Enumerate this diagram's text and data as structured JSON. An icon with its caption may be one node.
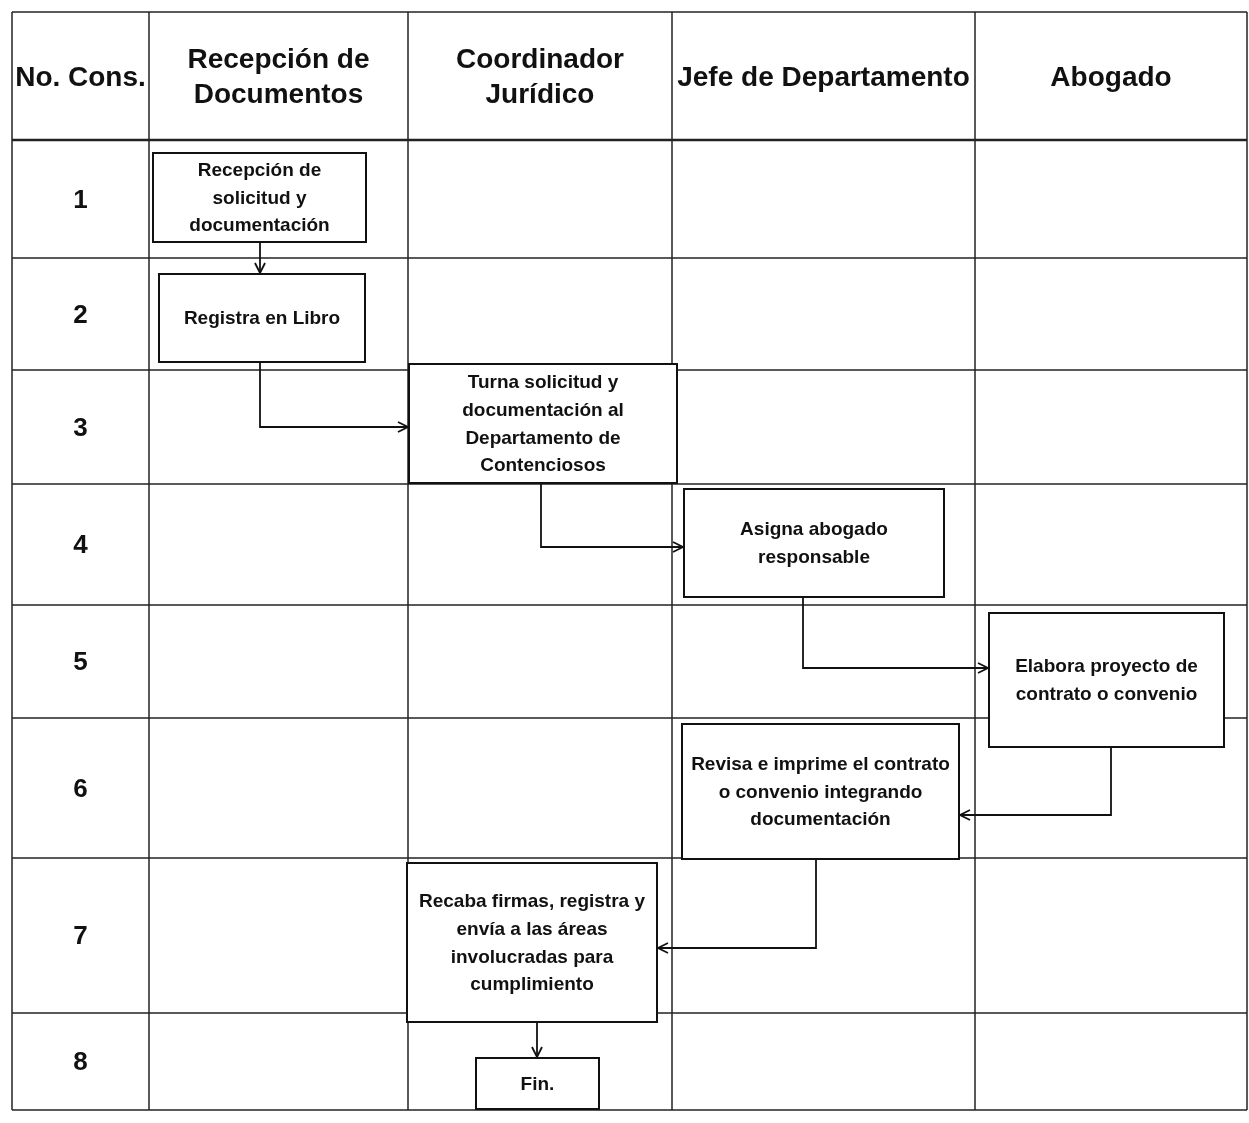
{
  "diagram": {
    "nodes": [
      {
        "text": [
          "Recepción de solicitud y documentación"
        ]
      },
      {
        "text": [
          "Registra en Libro"
        ]
      },
      {
        "text": [
          "Turna solicitud y documentación  al Departamento de Contenciosos"
        ]
      },
      {
        "text": [
          "Asigna abogado responsable"
        ]
      },
      {
        "text": [
          "Elabora proyecto de contrato o convenio"
        ]
      },
      {
        "text": [
          "Revisa e imprime el contrato o convenio integrando documentación"
        ]
      },
      {
        "text": [
          "Recaba firmas, registra y envía a las áreas involucradas para cumplimiento"
        ]
      },
      {
        "text": [
          "Fin."
        ]
      }
    ],
    "edges": [
      {
        "from": 0,
        "to": 1,
        "arrow": "to"
      },
      {
        "from": 1,
        "to": 2,
        "arrow": "to"
      },
      {
        "from": 2,
        "to": 3,
        "arrow": "to"
      },
      {
        "from": 3,
        "to": 4,
        "arrow": "to"
      },
      {
        "from": 4,
        "to": 5,
        "arrow": "to"
      },
      {
        "from": 5,
        "to": 6,
        "arrow": "to"
      },
      {
        "from": 6,
        "to": 7,
        "arrow": "to"
      }
    ],
    "labels": [
      "No. Cons.",
      "Recepción de Documentos",
      "Coordinador Jurídico",
      "Jefe de Departamento",
      "Abogado",
      "1",
      "2",
      "3",
      "4",
      "5",
      "6",
      "7",
      "8"
    ]
  }
}
